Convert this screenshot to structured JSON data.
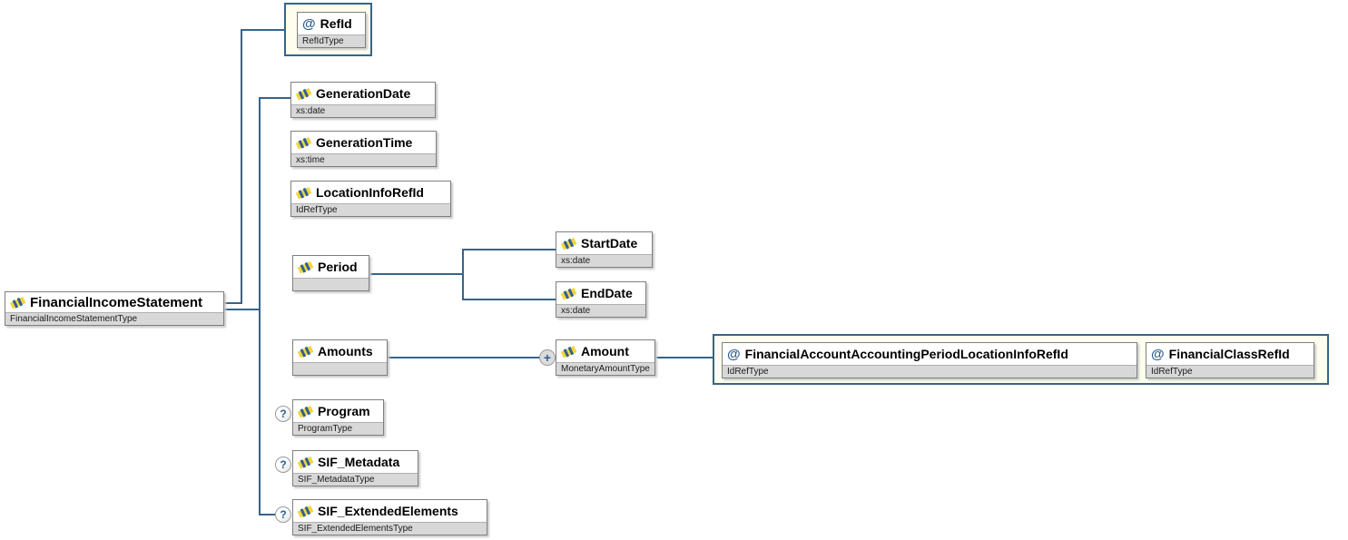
{
  "symbols": {
    "attribute_marker": "@",
    "optional_marker": "?",
    "repeat_marker": "+"
  },
  "icons": {
    "element": "striped-diamond-icon",
    "attribute": "at-sign",
    "optional": "question-circle",
    "repeat": "plus-circle"
  },
  "colors": {
    "connector": "#36648B",
    "container_fill": "#FFFEEE",
    "type_bar": "#D8D8D8",
    "box_border": "#7F7F7F",
    "icon_yellow": "#F2D73C",
    "icon_blue": "#2F6096"
  },
  "nodes": {
    "root": {
      "name": "FinancialIncomeStatement",
      "type": "FinancialIncomeStatementType"
    },
    "refid": {
      "name": "RefId",
      "type": "RefIdType"
    },
    "generation_date": {
      "name": "GenerationDate",
      "type": "xs:date"
    },
    "generation_time": {
      "name": "GenerationTime",
      "type": "xs:time"
    },
    "location_info_refid": {
      "name": "LocationInfoRefId",
      "type": "IdRefType"
    },
    "period": {
      "name": "Period",
      "type": ""
    },
    "start_date": {
      "name": "StartDate",
      "type": "xs:date"
    },
    "end_date": {
      "name": "EndDate",
      "type": "xs:date"
    },
    "amounts": {
      "name": "Amounts",
      "type": ""
    },
    "amount": {
      "name": "Amount",
      "type": "MonetaryAmountType"
    },
    "financial_account_attr": {
      "name": "FinancialAccountAccountingPeriodLocationInfoRefId",
      "type": "IdRefType"
    },
    "financial_class_attr": {
      "name": "FinancialClassRefId",
      "type": "IdRefType"
    },
    "program": {
      "name": "Program",
      "type": "ProgramType"
    },
    "sif_metadata": {
      "name": "SIF_Metadata",
      "type": "SIF_MetadataType"
    },
    "sif_extended": {
      "name": "SIF_ExtendedElements",
      "type": "SIF_ExtendedElementsType"
    }
  },
  "occurrence": {
    "optional_nodes": [
      "Program",
      "SIF_Metadata",
      "SIF_ExtendedElements"
    ],
    "repeatable_nodes": [
      "Amount"
    ]
  }
}
